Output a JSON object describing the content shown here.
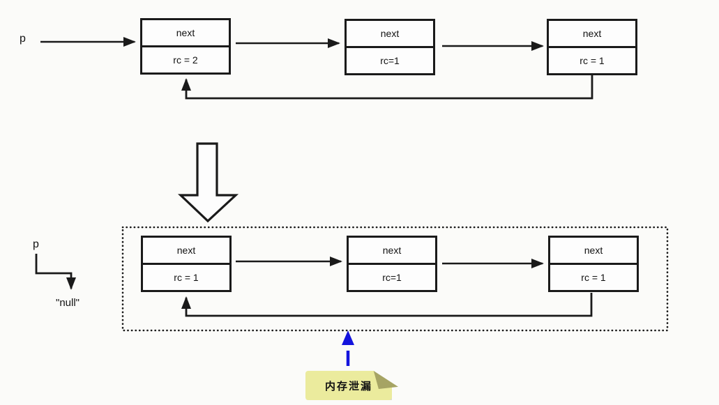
{
  "colors": {
    "background": "#fbfbf9",
    "stroke": "#1a1a1a",
    "node_background": "#fdfdfd",
    "callout_arrow_blue": "#1414dd",
    "note_background": "#ebeb9d",
    "note_fold": "#a6a464"
  },
  "top_diagram": {
    "pointer_label": "p",
    "nodes": [
      {
        "field": "next",
        "rc": "rc = 2"
      },
      {
        "field": "next",
        "rc": "rc=1"
      },
      {
        "field": "next",
        "rc": "rc = 1"
      }
    ]
  },
  "bottom_diagram": {
    "pointer_label": "p",
    "null_label": "\"null\"",
    "nodes": [
      {
        "field": "next",
        "rc": "rc = 1"
      },
      {
        "field": "next",
        "rc": "rc=1"
      },
      {
        "field": "next",
        "rc": "rc = 1"
      }
    ]
  },
  "callout": {
    "label": "内存泄漏"
  }
}
